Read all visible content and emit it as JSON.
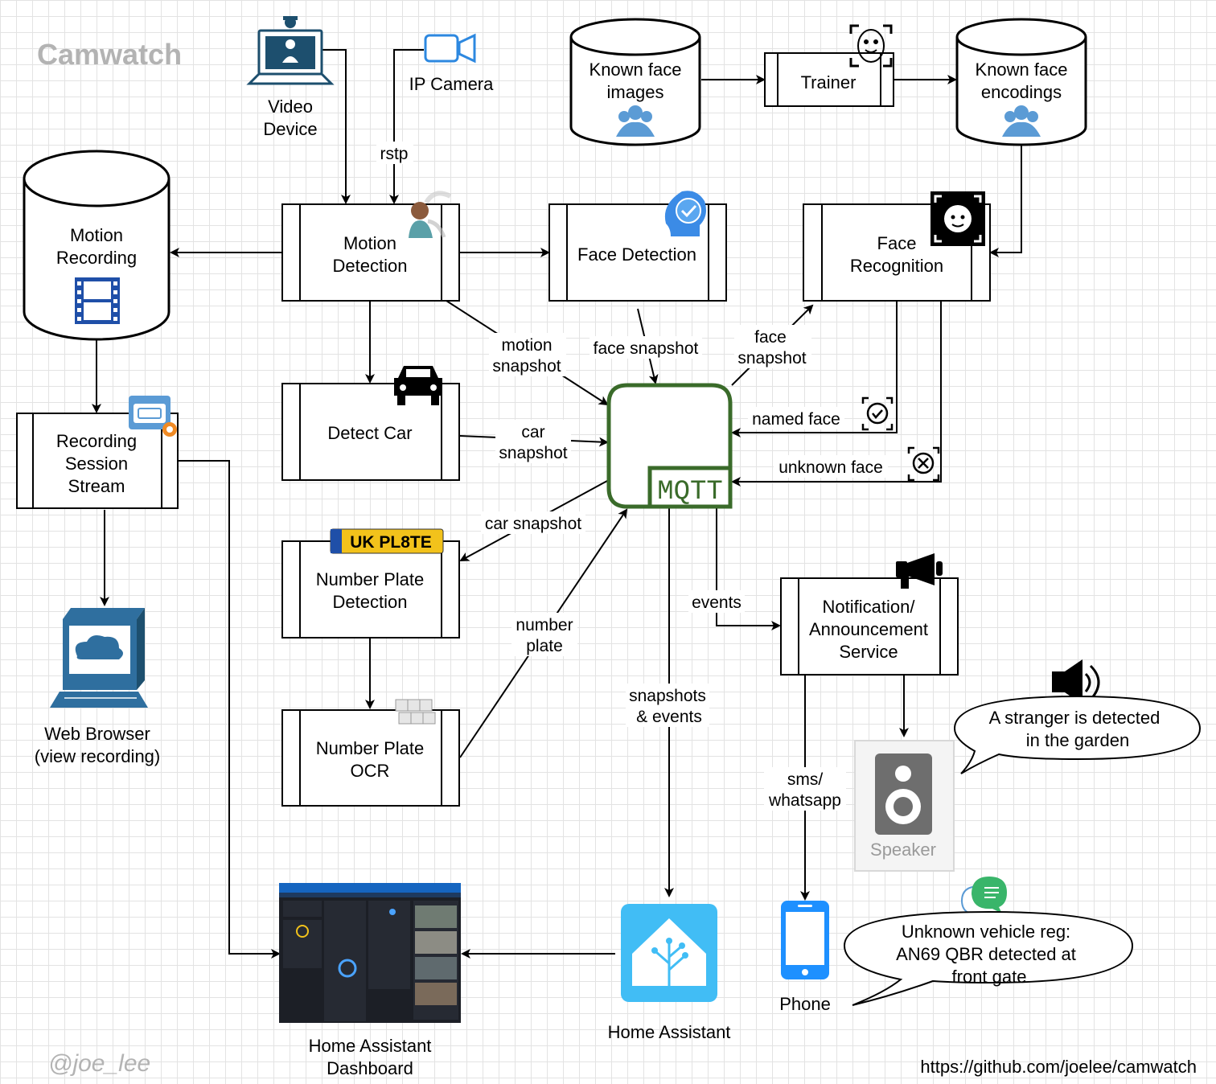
{
  "title": "Camwatch",
  "signature": "@joe_lee",
  "url": "https://github.com/joelee/camwatch",
  "nodes": {
    "video_device": [
      "Video",
      "Device"
    ],
    "ip_camera": "IP Camera",
    "known_face_images": [
      "Known face",
      "images"
    ],
    "trainer": "Trainer",
    "known_face_encodings": [
      "Known face",
      "encodings"
    ],
    "motion_recording": [
      "Motion",
      "Recording"
    ],
    "motion_detection": [
      "Motion",
      "Detection"
    ],
    "face_detection": "Face Detection",
    "face_recognition": [
      "Face",
      "Recognition"
    ],
    "recording_session_stream": [
      "Recording",
      "Session",
      "Stream"
    ],
    "detect_car": "Detect Car",
    "mqtt": "MQTT",
    "number_plate_detection": [
      "Number Plate",
      "Detection"
    ],
    "number_plate_ocr": [
      "Number Plate",
      "OCR"
    ],
    "notification_service": [
      "Notification/",
      "Announcement",
      "Service"
    ],
    "web_browser": [
      "Web Browser",
      "(view recording)"
    ],
    "speaker": "Speaker",
    "phone": "Phone",
    "home_assistant": "Home Assistant",
    "home_assistant_dashboard": [
      "Home Assistant",
      "Dashboard"
    ]
  },
  "edge_labels": {
    "rstp": "rstp",
    "motion_snapshot": [
      "motion",
      "snapshot"
    ],
    "face_snapshot_1": "face snapshot",
    "face_snapshot_2": [
      "face",
      "snapshot"
    ],
    "named_face": "named face",
    "unknown_face": "unknown face",
    "car_snapshot_1": [
      "car",
      "snapshot"
    ],
    "car_snapshot_2": "car snapshot",
    "number_plate": [
      "number",
      "plate"
    ],
    "events": "events",
    "snapshots_events": [
      "snapshots",
      "& events"
    ],
    "sms_whatsapp": [
      "sms/",
      "whatsapp"
    ]
  },
  "plate_badge": "UK PL8TE",
  "callouts": {
    "stranger": [
      "A stranger is detected",
      "in the garden"
    ],
    "vehicle": [
      "Unknown vehicle reg:",
      "AN69 QBR detected at",
      "front gate"
    ]
  },
  "icons": {
    "video_device": "video-conference-icon",
    "ip_camera": "video-camera-icon",
    "people": "user-group-icon",
    "face_scan": "face-scan-icon",
    "person": "person-icon",
    "verified": "verified-badge-icon",
    "face_id": "face-id-icon",
    "film": "film-strip-icon",
    "stream": "stream-window-icon",
    "car": "car-icon",
    "keyboard": "keyboard-icon",
    "megaphone": "megaphone-icon",
    "loudspeaker": "loudspeaker-icon",
    "chat": "chat-bubbles-icon",
    "computer": "computer-cloud-icon",
    "phone": "mobile-phone-icon",
    "home_assistant": "home-assistant-icon",
    "dashboard": "dashboard-screenshot-icon"
  },
  "colors": {
    "mqtt_border": "#3a6b2a",
    "line": "#000000",
    "icon_blue": "#2f6f9f",
    "ha_blue": "#41bdf5",
    "title_gray": "#b3b3b3"
  }
}
